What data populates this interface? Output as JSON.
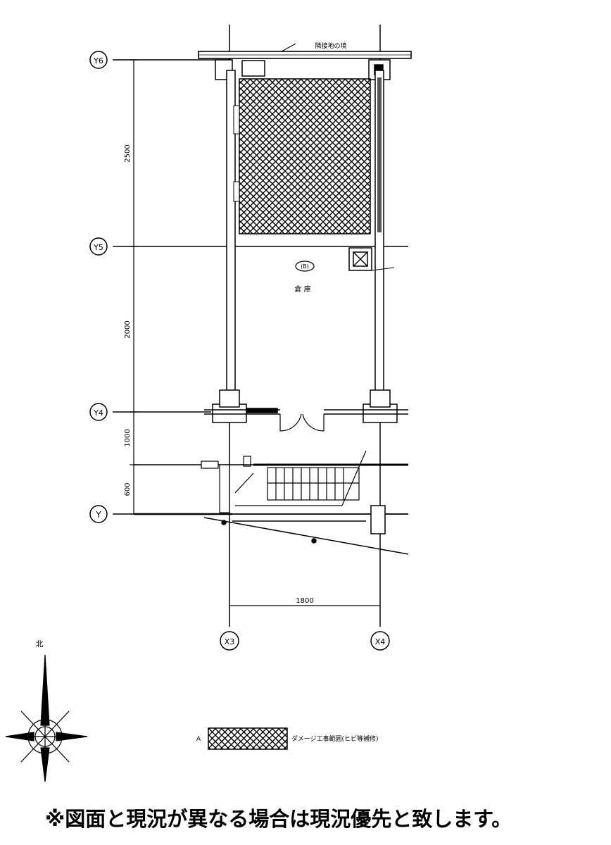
{
  "grid_lines": {
    "y_axis": [
      {
        "id": "y6",
        "label": "Y6"
      },
      {
        "id": "y5",
        "label": "Y5"
      },
      {
        "id": "y4",
        "label": "Y4"
      },
      {
        "id": "y3",
        "label": "Y"
      }
    ],
    "x_axis": [
      {
        "id": "x3",
        "label": "X3"
      },
      {
        "id": "x4",
        "label": "X4"
      }
    ]
  },
  "dimensions": {
    "y6_y5": "2500",
    "y5_y4": "2000",
    "y4_lower": "1000",
    "lower_y": "600",
    "x3_x4": "1800"
  },
  "annotations": {
    "top_edge": "隣接地の境",
    "room_id": "(B)",
    "room_name": "倉 庫"
  },
  "legend": {
    "marker": "A",
    "text": "ダメージ工事範囲(ヒビ等補修)"
  },
  "north_label": "北",
  "footnote": "※図面と現況が異なる場合は現況優先と致します。"
}
